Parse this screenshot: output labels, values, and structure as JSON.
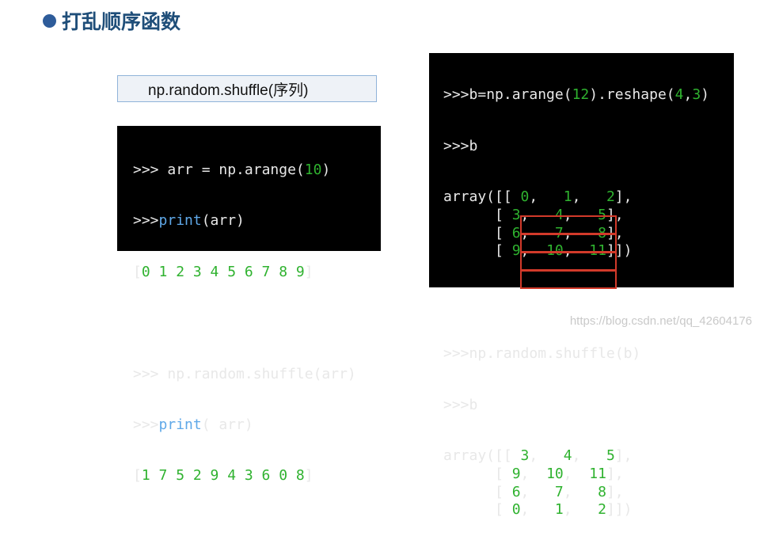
{
  "slide": {
    "title": "打乱顺序函数",
    "function_box": "np.random.shuffle(序列)",
    "watermark": "https://blog.csdn.net/qq_42604176"
  },
  "code_left": {
    "l1": {
      "prompt": ">>> ",
      "a": "arr = np.arange(",
      "n": "10",
      "b": ")"
    },
    "l2": {
      "prompt": ">>>",
      "kw": "print",
      "rest": "(arr)"
    },
    "l3": {
      "open": "[",
      "nums": "0 1 2 3 4 5 6 7 8 9",
      "close": "]"
    },
    "l4": {
      "prompt": ">>> ",
      "rest": "np.random.shuffle(arr)"
    },
    "l5": {
      "prompt": ">>>",
      "kw": "print",
      "rest": "( arr)"
    },
    "l6": {
      "open": "[",
      "nums": "1 7 5 2 9 4 3 6 0 8",
      "close": "]"
    }
  },
  "code_right": {
    "l1": {
      "prompt": ">>>",
      "a": "b=np.arange(",
      "n1": "12",
      "b": ").reshape(",
      "n2": "4",
      "c": ",",
      "n3": "3",
      "d": ")"
    },
    "l2": {
      "prompt": ">>>",
      "rest": "b"
    },
    "rows_before": [
      [
        "0",
        "1",
        "2"
      ],
      [
        "3",
        "4",
        "5"
      ],
      [
        "6",
        "7",
        "8"
      ],
      [
        "9",
        "10",
        "11"
      ]
    ],
    "l7": {
      "prompt": ">>>",
      "rest": "np.random.shuffle(b)"
    },
    "l8": {
      "prompt": ">>>",
      "rest": "b"
    },
    "rows_after": [
      [
        "3",
        "4",
        "5"
      ],
      [
        "9",
        "10",
        "11"
      ],
      [
        "6",
        "7",
        "8"
      ],
      [
        "0",
        "1",
        "2"
      ]
    ],
    "array_prefix": "array([[",
    "array_indent": "      [",
    "close_row": "],",
    "close_last": "]])"
  },
  "colors": {
    "number": "#2fb22f",
    "keyword": "#5fa8e8",
    "highlight": "#d23a2a",
    "title": "#1f4e79"
  }
}
